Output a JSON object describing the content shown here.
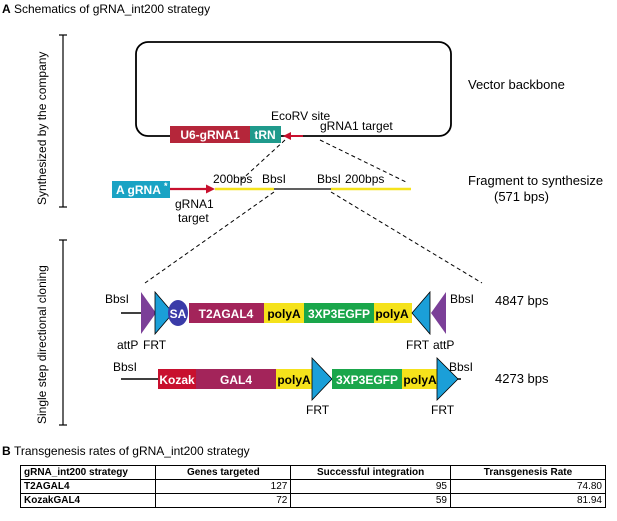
{
  "panel_a": {
    "letter": "A",
    "title": "Schematics of gRNA_int200 strategy",
    "side_label_top": "Synthesized by the company",
    "side_label_bottom": "Single step directional cloning",
    "vector_label": "Vector backbone",
    "ecorv_label": "EcoRV site",
    "grna1_target_top": "gRNA1 target",
    "u6_label": "U6-gRNA1",
    "trn_label": "tRN",
    "fragment": {
      "agrna_label": "A gRNA",
      "star": "*",
      "left_200": "200bps",
      "bbsi_left": "BbsI",
      "bbsi_right": "BbsI",
      "right_200": "200bps",
      "target_line1": "gRNA1",
      "target_line2": "target",
      "label_line1": "Fragment to synthesize",
      "label_line2": "(571 bps)"
    },
    "construct1": {
      "bbsi_left": "BbsI",
      "bbsi_right": "BbsI",
      "sa": "SA",
      "t2agal4": "T2AGAL4",
      "polya1": "polyA",
      "egfp": "3XP3EGFP",
      "polya2": "polyA",
      "attp_left": "attP",
      "frt_left": "FRT",
      "frt_right": "FRT",
      "attp_right": "attP",
      "size": "4847 bps"
    },
    "construct2": {
      "bbsi_left": "BbsI",
      "bbsi_right": "BbsI",
      "kozak": "Kozak",
      "gal4": "GAL4",
      "polya1": "polyA",
      "egfp": "3XP3EGFP",
      "polya2": "polyA",
      "frt_left": "FRT",
      "frt_right": "FRT",
      "size": "4273 bps"
    },
    "colors": {
      "u6": "#b5263a",
      "trn": "#1f9a8c",
      "agrna": "#1aa3c4",
      "red_arrow": "#c8102e",
      "yellow": "#f5e21b",
      "purple_attp": "#7b3f98",
      "blue_frt": "#1b9fd8",
      "sa_oval": "#3a3ba8",
      "maroon": "#a3245a",
      "green": "#1aa64b"
    }
  },
  "panel_b": {
    "letter": "B",
    "title": "Transgenesis rates of gRNA_int200 strategy",
    "headers": [
      "gRNA_int200 strategy",
      "Genes targeted",
      "Successful integration",
      "Transgenesis Rate"
    ],
    "rows": [
      [
        "T2AGAL4",
        "127",
        "95",
        "74.80"
      ],
      [
        "KozakGAL4",
        "72",
        "59",
        "81.94"
      ]
    ]
  }
}
